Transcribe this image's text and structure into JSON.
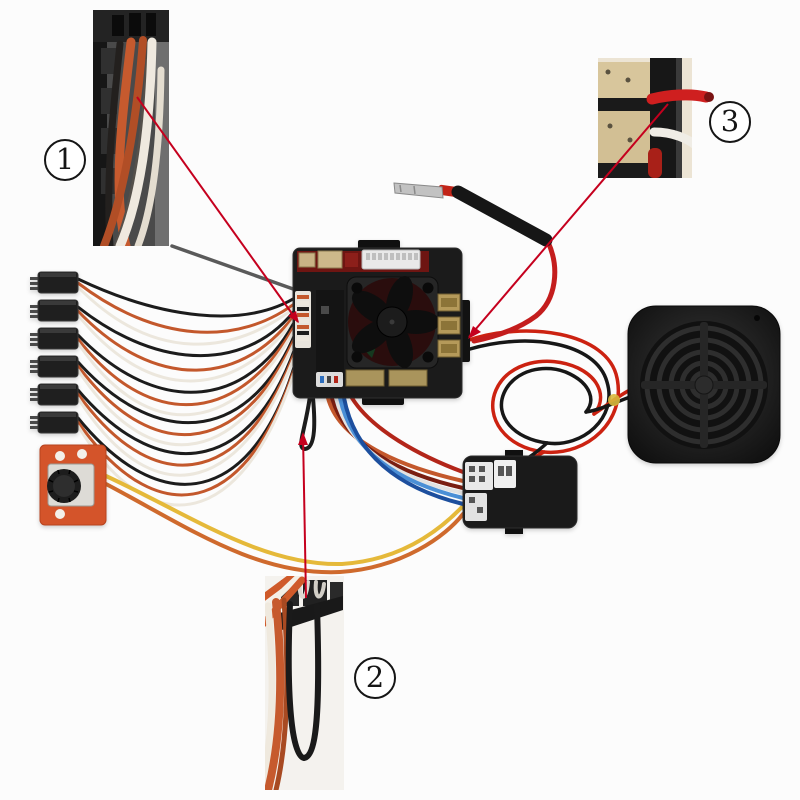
{
  "figure": {
    "callouts": [
      {
        "number": "1"
      },
      {
        "number": "2"
      },
      {
        "number": "3"
      }
    ],
    "colors": {
      "annotation": "#c5001e",
      "background": "#fcfcfc",
      "wire_orange": "#c3582c",
      "wire_black": "#1c1c1c",
      "wire_white": "#ece7dd",
      "wire_yellow": "#e5b93a",
      "wire_blue": "#2f6fbe",
      "wire_red": "#c41d1d",
      "board_black": "#1b1b1b",
      "connector_tan": "#c9b285",
      "pcb_orange": "#d4542a"
    }
  }
}
